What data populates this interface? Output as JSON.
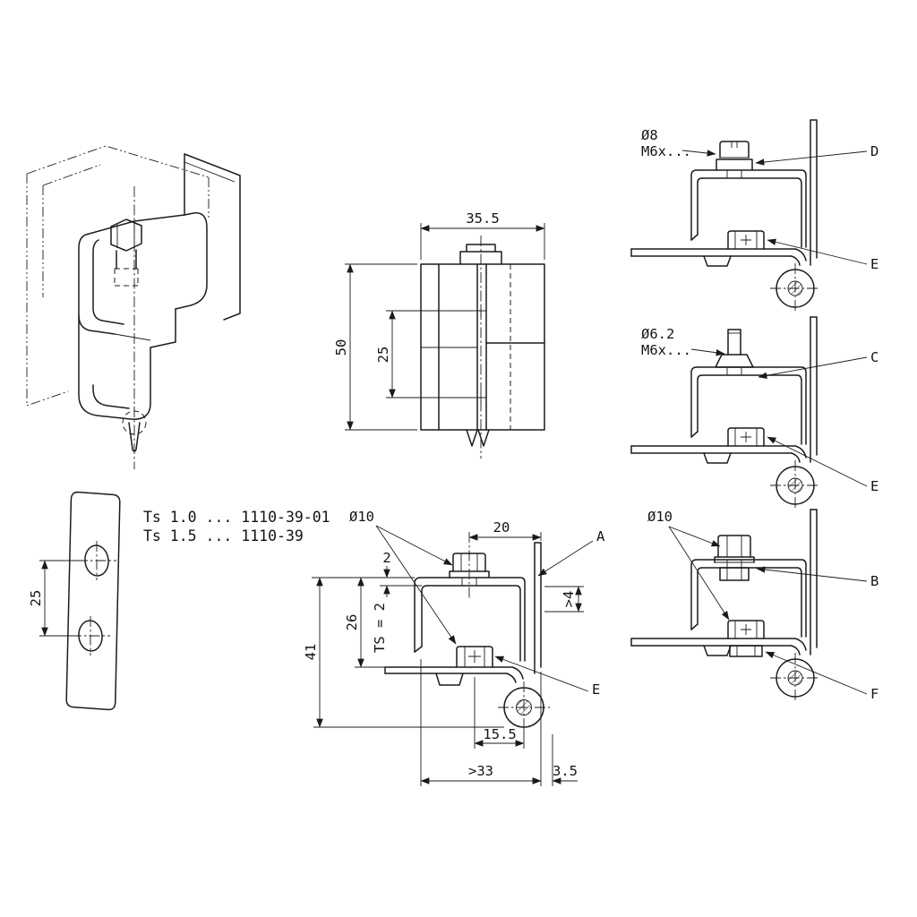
{
  "drawing": {
    "part_rows": [
      "Ts 1.0 ... 1110-39-01",
      "Ts 1.5 ... 1110-39"
    ],
    "front": {
      "width": "35.5",
      "height": "50",
      "pitch": "25"
    },
    "plate": {
      "pitch": "25"
    },
    "section": {
      "dia": "Ø10",
      "d20": "20",
      "d2": "2",
      "d26": "26",
      "ts": "TS = 2",
      "d41": "41",
      "d4": ">4",
      "d155": "15.5",
      "d33": ">33",
      "d35": "3.5",
      "la": "A",
      "le": "E"
    },
    "detail_d": {
      "dia": "Ø8",
      "thread": "M6x...",
      "l1": "D",
      "l2": "E"
    },
    "detail_c": {
      "dia": "Ø6.2",
      "thread": "M6x...",
      "l1": "C",
      "l2": "E"
    },
    "detail_b": {
      "dia": "Ø10",
      "l1": "B",
      "l2": "F"
    }
  }
}
